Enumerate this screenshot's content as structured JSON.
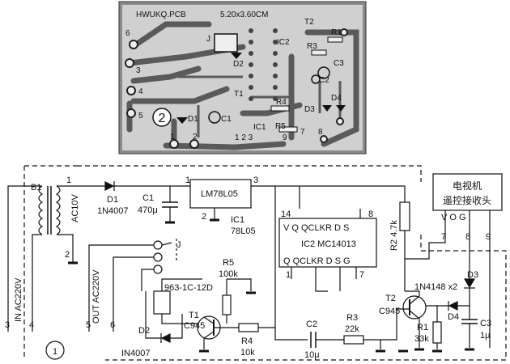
{
  "pcb": {
    "title": "HWUKQ.PCB",
    "size": "5.20x3.60CM",
    "figure_number": "2",
    "labels": {
      "j": "J",
      "d2": "D2",
      "ic2": "IC2",
      "t2": "T2",
      "r1": "R1",
      "r3": "R3",
      "c3": "C3",
      "c2": "C2",
      "d1": "D1",
      "c1": "C1",
      "t1": "T1",
      "r4": "R4",
      "d3": "D3",
      "d4": "D4",
      "ic1": "IC1",
      "r5": "R5",
      "pin6": "6",
      "pin3": "3",
      "pin4": "4",
      "pin5": "5",
      "pin1": "1",
      "pin2": "2",
      "pin123": "1 2 3",
      "pin9": "9",
      "pin7": "7",
      "pin8": "8"
    }
  },
  "schematic": {
    "figure_number": "1",
    "components": {
      "b1": "B1",
      "ac10v": "AC10V",
      "d1": "D1",
      "d1_part": "1N4007",
      "c1": "C1",
      "c1_value": "470μ",
      "ic1_chip": "LM78L05",
      "ic1": "IC1",
      "ic1_part": "78L05",
      "ic2_chip": "IC2  MC14013",
      "ic2_top_pins": "V  Q  QCLKR  D  S",
      "ic2_bottom_pins": "Q  QCLKR  D  S  G",
      "r2": "R2  4.7k",
      "tv_module_line1": "电视机",
      "tv_module_line2": "遥控接收头",
      "tv_pins": "V     O     G",
      "relay": "963-1C-12D",
      "r5": "R5",
      "r5_value": "100k",
      "t1": "T1",
      "t1_part": "C945",
      "d2": "D2",
      "d2_part": "IN4007",
      "r4": "R4",
      "r4_value": "10k",
      "c2": "C2",
      "c2_value": "10μ",
      "r3": "R3",
      "r3_value": "22k",
      "t2": "T2",
      "t2_part": "C945",
      "r1": "R1",
      "r1_value": "33k",
      "d3": "D3",
      "d3_part": "1N4148 x2",
      "d4": "D4",
      "c3": "C3",
      "c3_value": "1μ",
      "in_label": "IN AC220V",
      "out_label": "OUT AC220V"
    },
    "pins": {
      "p1": "1",
      "p2": "2",
      "p3": "3",
      "p4": "4",
      "p5": "5",
      "p6": "6",
      "p7": "7",
      "p8": "8",
      "p9": "9",
      "p14": "14",
      "ic1_1": "1",
      "ic1_2": "2",
      "ic1_3": "3",
      "ic2_1": "1",
      "ic2_7": "7",
      "ic2_8": "8",
      "tv7": "7",
      "tv8": "8",
      "tv9": "9"
    }
  }
}
